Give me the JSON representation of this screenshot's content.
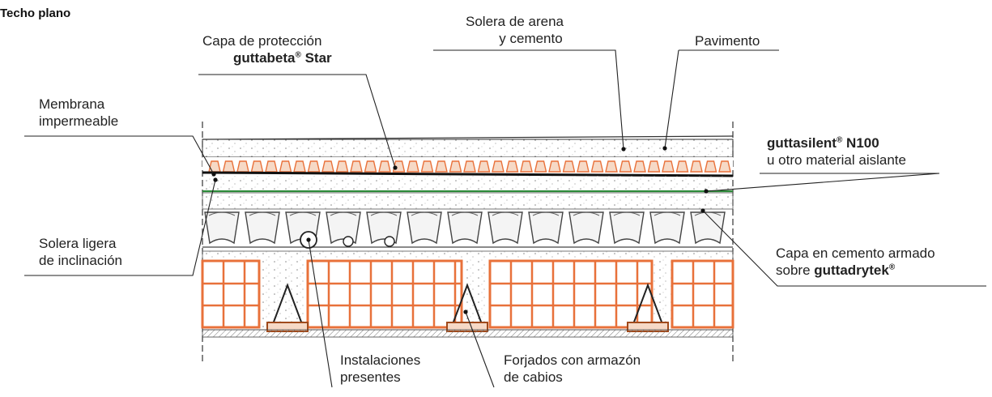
{
  "title": "Techo plano",
  "labels": {
    "solera_arena": [
      "Solera de arena",
      "y cemento"
    ],
    "capa_proteccion": [
      "Capa de protección"
    ],
    "guttabeta": {
      "brand": "guttabeta",
      "reg": "®",
      "rest": " Star"
    },
    "pavimento": "Pavimento",
    "membrana": [
      "Membrana",
      "impermeable"
    ],
    "guttasilent": {
      "brand": "guttasilent",
      "reg": "®",
      "rest": " N100"
    },
    "guttasilent_sub": "u otro material aislante",
    "solera_ligera": [
      "Solera ligera",
      "de inclinación"
    ],
    "capa_cemento": "Capa en cemento armado",
    "sobre": "sobre ",
    "guttadrytek": {
      "brand": "guttadrytek",
      "reg": "®"
    },
    "instalaciones": [
      "Instalaciones",
      "presentes"
    ],
    "forjados": [
      "Forjados con armazón",
      "de cabios"
    ]
  },
  "colors": {
    "brick": "#e8713a",
    "brick_fill": "#f6d9c6",
    "membrane": "#2e8b3a",
    "concrete": "#f3f3f3",
    "line": "#222222"
  }
}
